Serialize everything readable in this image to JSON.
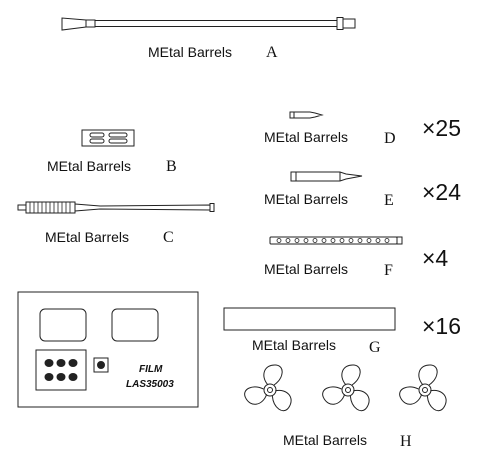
{
  "parts": {
    "A": {
      "label": "MEtal Barrels",
      "letter": "A"
    },
    "B": {
      "label": "MEtal Barrels",
      "letter": "B"
    },
    "C": {
      "label": "MEtal Barrels",
      "letter": "C"
    },
    "D": {
      "label": "MEtal Barrels",
      "letter": "D",
      "qty": "×25"
    },
    "E": {
      "label": "MEtal Barrels",
      "letter": "E",
      "qty": "×24"
    },
    "F": {
      "label": "MEtal Barrels",
      "letter": "F",
      "qty": "×4"
    },
    "G": {
      "label": "MEtal Barrels",
      "letter": "G",
      "qty": "×16"
    },
    "H": {
      "label": "MEtal Barrels",
      "letter": "H"
    }
  },
  "film": {
    "line1": "FILM",
    "line2": "LAS35003"
  }
}
